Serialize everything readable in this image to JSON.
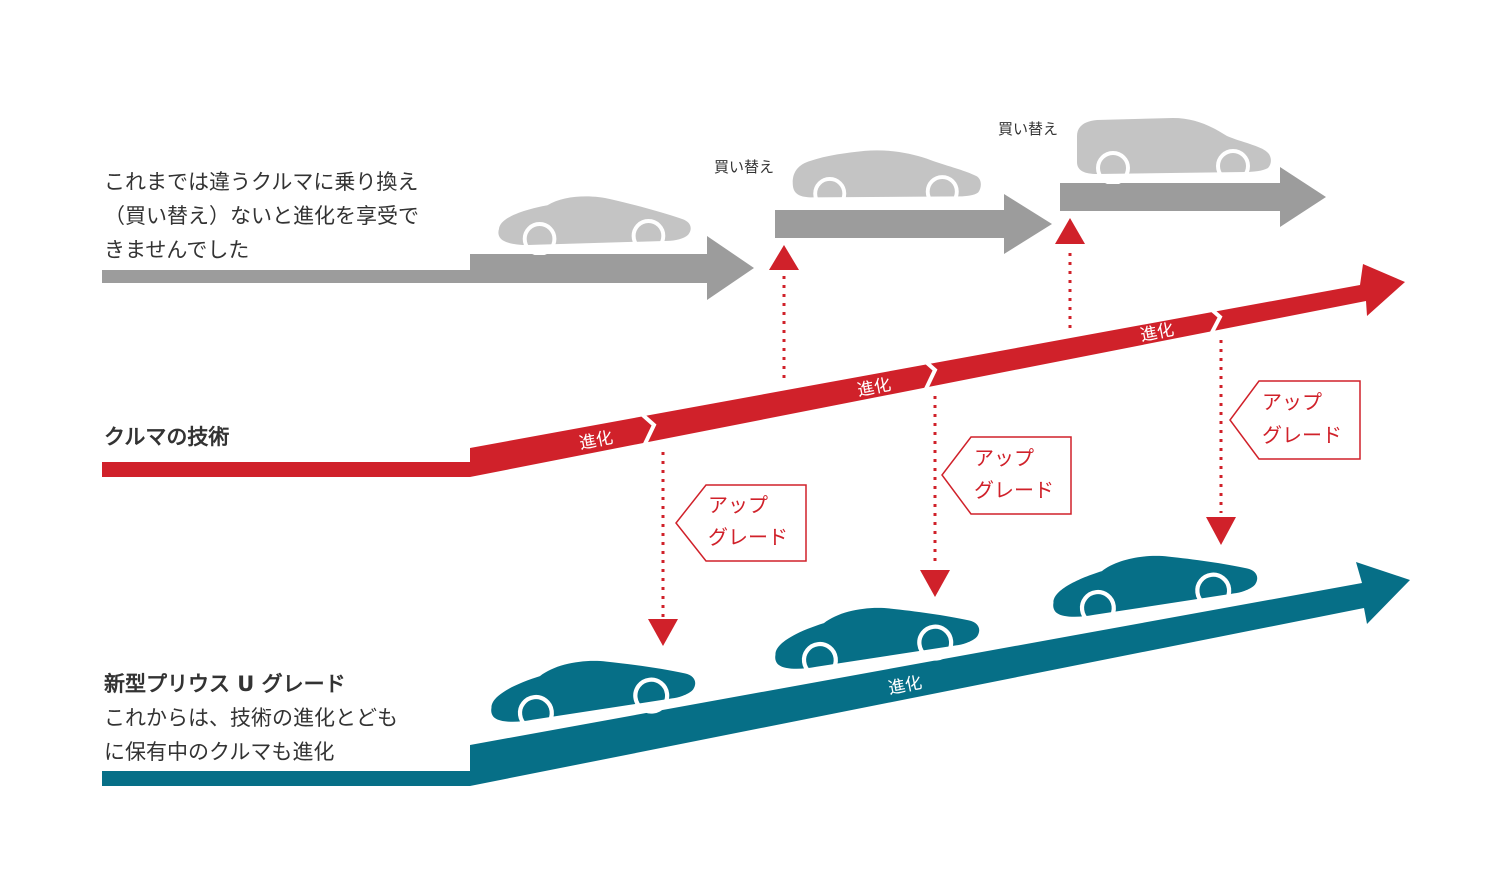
{
  "legacy": {
    "description_lines": [
      "これまでは違うクルマに乗り換え",
      "（買い替え）ないと進化を享受で",
      "きませんでした"
    ],
    "replace_label": "買い替え"
  },
  "tech": {
    "title": "クルマの技術",
    "evolve_label": "進化"
  },
  "upgrade": {
    "callout_lines": [
      "アップ",
      "グレード"
    ]
  },
  "prius": {
    "title": "新型プリウス U グレード",
    "description_lines": [
      "これからは、技術の進化とども",
      "に保有中のクルマも進化"
    ],
    "evolve_label": "進化"
  },
  "colors": {
    "gray": "#9c9c9c",
    "red": "#d0212a",
    "teal": "#066f87",
    "text": "#333333"
  },
  "icons": [
    "car-silhouette-icon",
    "arrow-up-icon",
    "arrow-down-icon"
  ]
}
